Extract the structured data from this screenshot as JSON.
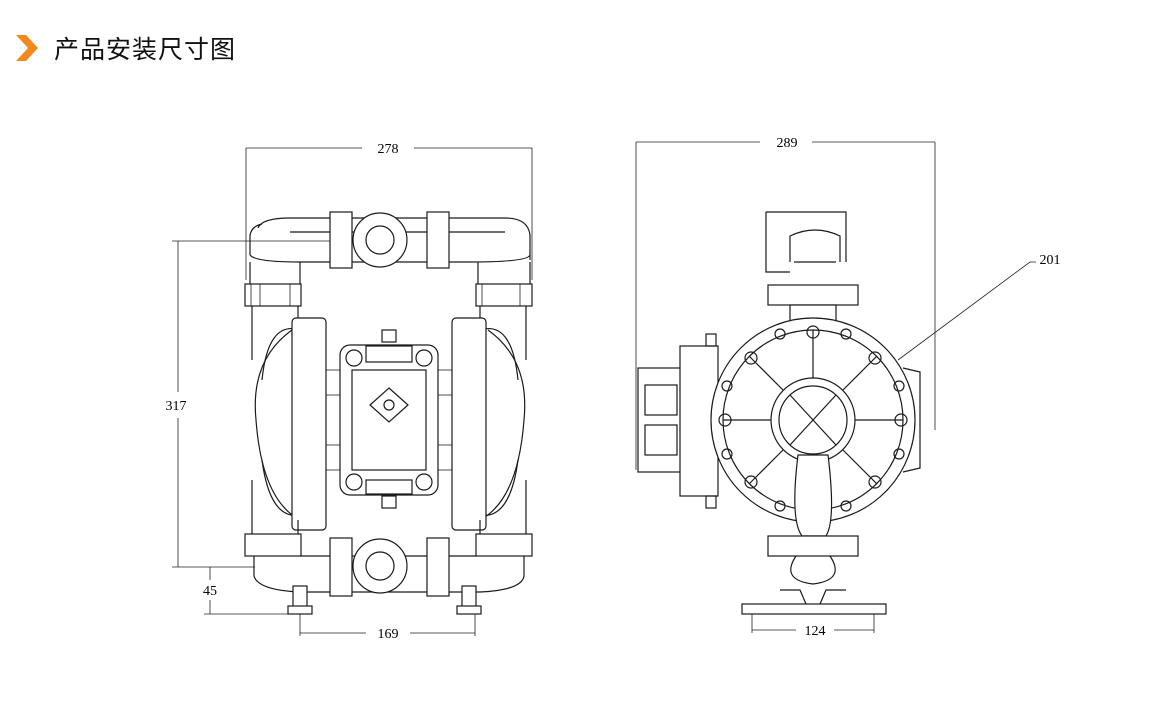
{
  "header": {
    "title": "产品安装尺寸图",
    "accent_color": "#f08a1c",
    "icon": "chevron-right-icon"
  },
  "front_view": {
    "width_label": "278",
    "height_label": "317",
    "base_height_label": "45",
    "foot_spacing_label": "169"
  },
  "side_view": {
    "width_label": "289",
    "diameter_label": "201",
    "base_width_label": "124"
  }
}
